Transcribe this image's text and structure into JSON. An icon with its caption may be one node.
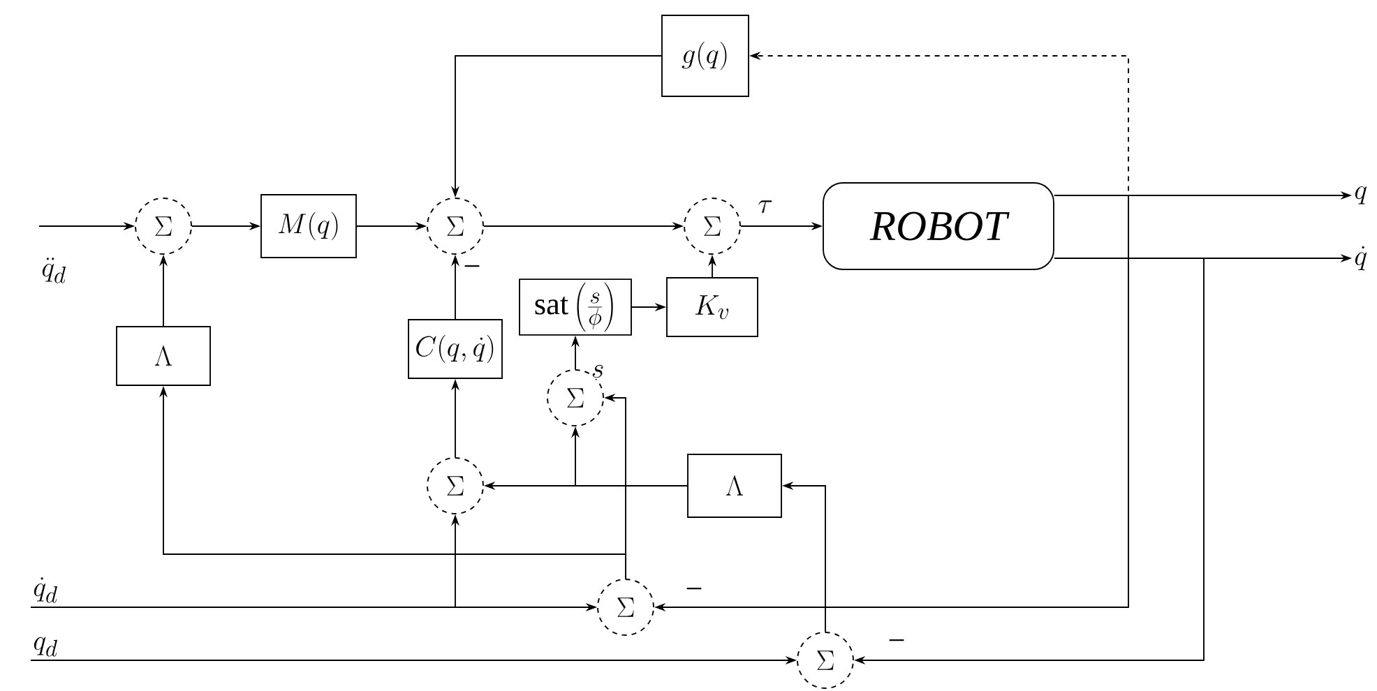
{
  "diagram": {
    "nodes": [
      {
        "text": [
          "\\ddot{q}_d"
        ]
      },
      {
        "text": [
          "\\Sigma"
        ]
      },
      {
        "text": [
          "M(q)"
        ]
      },
      {
        "text": [
          "\\Sigma"
        ]
      },
      {
        "text": [
          "\\Sigma"
        ]
      },
      {
        "text": [
          "ROBOT"
        ]
      },
      {
        "text": [
          "g(q)"
        ]
      },
      {
        "text": [
          "\\Lambda"
        ]
      },
      {
        "text": [
          "C(q,\\dot{q})"
        ]
      },
      {
        "text": [
          "\\mathrm{sat}\\left(\\frac{s}{\\phi}\\right)"
        ]
      },
      {
        "text": [
          "K_v"
        ]
      },
      {
        "text": [
          "\\Sigma"
        ]
      },
      {
        "text": [
          "\\Sigma"
        ]
      },
      {
        "text": [
          "\\Lambda"
        ]
      },
      {
        "text": [
          "\\dot{q}_d"
        ]
      },
      {
        "text": [
          "\\Sigma"
        ]
      },
      {
        "text": [
          "q_d"
        ]
      },
      {
        "text": [
          "\\Sigma"
        ]
      },
      {
        "text": [
          "q"
        ]
      },
      {
        "text": [
          "\\dot{q}"
        ]
      }
    ],
    "edges": [
      {
        "from": 0,
        "to": 1,
        "arrow": "to"
      },
      {
        "from": 1,
        "to": 2,
        "arrow": "to"
      },
      {
        "from": 7,
        "to": 1,
        "arrow": "to"
      },
      {
        "from": 2,
        "to": 3,
        "arrow": "to"
      },
      {
        "from": 6,
        "to": 3,
        "arrow": "to"
      },
      {
        "from": 8,
        "to": 3,
        "arrow": "to"
      },
      {
        "from": 3,
        "to": 4,
        "arrow": "to"
      },
      {
        "from": 10,
        "to": 4,
        "arrow": "to"
      },
      {
        "from": 4,
        "to": 5,
        "arrow": "to",
        "label": "\\tau"
      },
      {
        "from": 5,
        "to": 18,
        "arrow": "to"
      },
      {
        "from": 5,
        "to": 19,
        "arrow": "to"
      },
      {
        "from": 5,
        "to": 6,
        "arrow": "to",
        "style": "dashed"
      },
      {
        "from": 5,
        "to": 15,
        "arrow": "to"
      },
      {
        "from": 5,
        "to": 17,
        "arrow": "to"
      },
      {
        "from": 14,
        "to": 15,
        "arrow": "to"
      },
      {
        "from": 14,
        "to": 12,
        "arrow": "to"
      },
      {
        "from": 16,
        "to": 17,
        "arrow": "to"
      },
      {
        "from": 17,
        "to": 13,
        "arrow": "to"
      },
      {
        "from": 13,
        "to": 12,
        "arrow": "to"
      },
      {
        "from": 13,
        "to": 11,
        "arrow": "to"
      },
      {
        "from": 12,
        "to": 8,
        "arrow": "to"
      },
      {
        "from": 11,
        "to": 9,
        "arrow": "to",
        "label": "s"
      },
      {
        "from": 9,
        "to": 10,
        "arrow": "to"
      },
      {
        "from": 15,
        "to": 7,
        "arrow": "to"
      },
      {
        "from": 15,
        "to": 11,
        "arrow": "to"
      }
    ],
    "labels": [
      "−",
      "−",
      "−"
    ]
  }
}
